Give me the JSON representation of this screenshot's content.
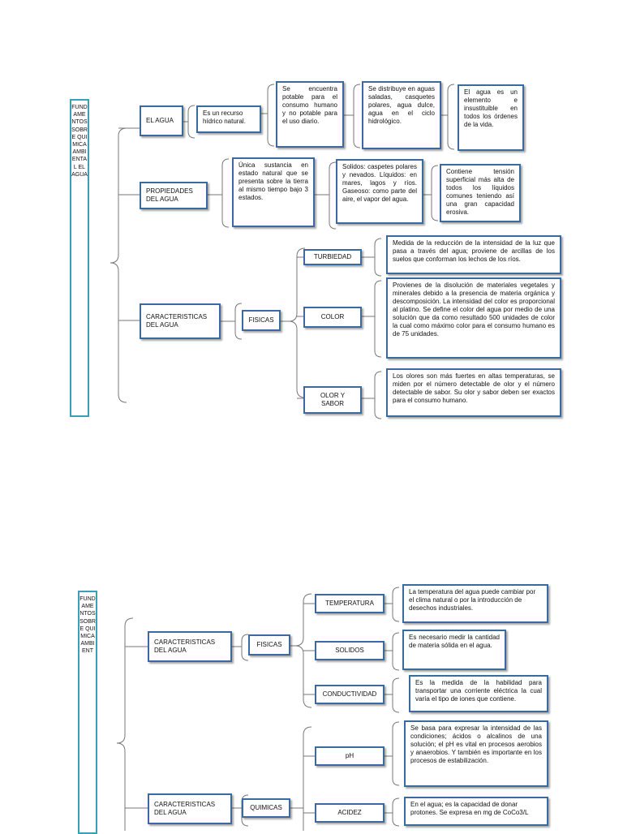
{
  "diagram1": {
    "title": "FUNDAMENTOS SOBRE QUIMICA AMBIENTAL EL AGUA",
    "el_agua": {
      "label": "EL AGUA",
      "def": "Es un recurso hídrico natural.",
      "potable": "Se encuentra potable para el consumo humano y no potable para el uso diario.",
      "distribuye": "Se distribuye en aguas saladas, casquetes polares, agua dulce, agua en el ciclo hidrológico.",
      "elemento": "El agua es un elemento e insustituible en todos los órdenes de la vida."
    },
    "propiedades": {
      "label": "PROPIEDADES DEL AGUA",
      "unica": "Única sustancia en estado natural que se presenta sobre la tierra al mismo tiempo bajo 3 estados.",
      "estados": "Solidos: caspetes polares y nevados. Líquidos: en mares, lagos y ríos. Gaseoso: como parte del aire, el vapor del agua.",
      "tension": "Contiene tensión superficial más alta de todos los líquidos comunes teniendo así una gran capacidad erosiva."
    },
    "caracteristicas": {
      "label": "CARACTERISTICAS DEL AGUA",
      "fisicas": "FISICAS",
      "turbiedad": "TURBIEDAD",
      "turbiedad_desc": "Medida de la reducción de la intensidad de la luz que pasa a través del agua; proviene de arcillas de los suelos que conforman los lechos de los ríos.",
      "color": "COLOR",
      "color_desc": "Provienes de la disolución de materiales vegetales y minerales debido a la presencia de materia orgánica y descomposición. La intensidad del color es proporcional al platino. Se define el color del agua por medio de una solución que da como resultado 500 unidades de color la cual como máximo color para el consumo humano es de 75 unidades.",
      "olor": "OLOR Y SABOR",
      "olor_desc": "Los olores son más fuertes en altas temperaturas, se miden por el número detectable de olor y el número detectable de sabor. Su olor y sabor deben ser exactos para el consumo humano."
    }
  },
  "diagram2": {
    "title": "FUNDAMENTOS SOBRE QUIMICA AMBIENT",
    "fisicas_group": {
      "label": "CARACTERISTICAS DEL AGUA",
      "fisicas": "FISICAS",
      "temperatura": "TEMPERATURA",
      "temperatura_desc": "La temperatura del agua puede cambiar por el clima natural o por la introducción de desechos industriales.",
      "solidos": "SOLIDOS",
      "solidos_desc": "Es necesario medir la cantidad de materia sólida en el agua.",
      "conductividad": "CONDUCTIVIDAD",
      "conductividad_desc": "Es la medida de la habilidad para transportar una corriente eléctrica la cual varía el tipo de iones que contiene."
    },
    "quimicas_group": {
      "label": "CARACTERISTICAS DEL AGUA",
      "quimicas": "QUIMICAS",
      "ph": "pH",
      "ph_desc": "Se basa para expresar la intensidad de las condiciones; ácidos o alcalinos de una solución; el pH es vital en procesos aerobios y anaerobios. Y también es importante en los procesos de estabilización.",
      "acidez": "ACIDEZ",
      "acidez_desc": "En el agua; es la capacidad de donar protones. Se expresa en mg de CoCo3/L"
    }
  },
  "colors": {
    "box_border": "#3a6aa0",
    "title_border": "#3aa0b8",
    "connector": "#777777"
  }
}
